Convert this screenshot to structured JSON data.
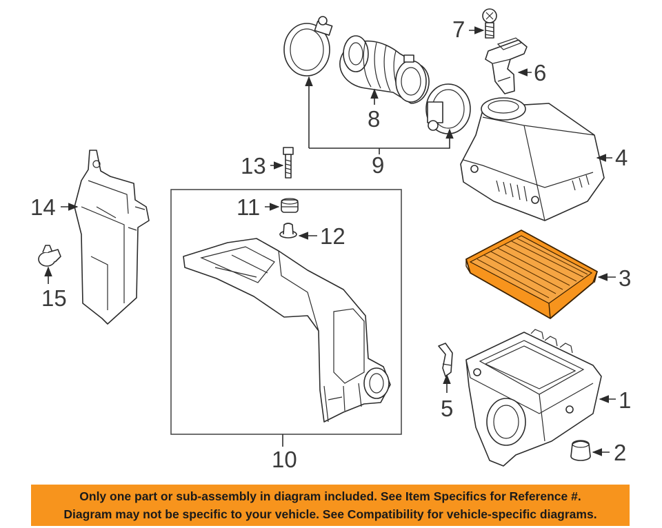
{
  "diagram": {
    "callouts": {
      "c1": "1",
      "c2": "2",
      "c3": "3",
      "c4": "4",
      "c5": "5",
      "c6": "6",
      "c7": "7",
      "c8": "8",
      "c9": "9",
      "c10": "10",
      "c11": "11",
      "c12": "12",
      "c13": "13",
      "c14": "14",
      "c15": "15"
    },
    "highlight_color": "#f7941d"
  },
  "disclaimer": {
    "line1": "Only one part or sub-assembly in diagram included. See Item Specifics for Reference #.",
    "line2": "Diagram may not be specific to your vehicle. See Compatibility for vehicle-specific diagrams."
  }
}
